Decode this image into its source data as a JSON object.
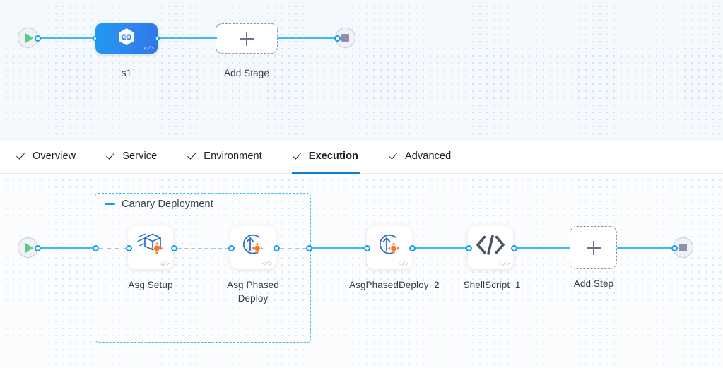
{
  "pipeline_canvas": {
    "name": "stage-canvas",
    "background_color": "#f3f9fd",
    "start_node": {
      "icon": "play-icon",
      "label": ""
    },
    "end_node": {
      "icon": "stop-icon",
      "label": ""
    },
    "stages": [
      {
        "id": "stage-s1",
        "label": "s1",
        "icon": "service-hexagon-icon",
        "code_badge": "</>",
        "selected": true,
        "accent": "#2f86ef"
      }
    ],
    "add_stage": {
      "label": "Add Stage",
      "icon": "plus-icon"
    }
  },
  "tabs": {
    "name": "stage-tabs",
    "active_index": 3,
    "active_underline_color": "#0b7fd4",
    "items": [
      {
        "label": "Overview",
        "icon": "check-icon",
        "active": false
      },
      {
        "label": "Service",
        "icon": "check-icon",
        "active": false
      },
      {
        "label": "Environment",
        "icon": "check-icon",
        "active": false
      },
      {
        "label": "Execution",
        "icon": "check-icon",
        "active": true
      },
      {
        "label": "Advanced",
        "icon": "check-icon",
        "active": false
      }
    ]
  },
  "execution_canvas": {
    "name": "execution-canvas",
    "background_color": "#fcfdfe",
    "start_node": {
      "icon": "play-icon"
    },
    "end_node": {
      "icon": "stop-icon"
    },
    "step_group": {
      "title": "Canary Deployment",
      "collapse_icon": "minus-icon",
      "border_color": "#3fbaf3",
      "expanded": true
    },
    "steps": [
      {
        "label": "Asg Setup",
        "icon": "asg-setup-box-icon",
        "code_badge": "</>",
        "in_group": true
      },
      {
        "label": "Asg Phased Deploy",
        "icon": "asg-phased-deploy-icon",
        "code_badge": "</>",
        "in_group": true
      },
      {
        "label": "AsgPhasedDeploy_2",
        "icon": "asg-phased-deploy-icon",
        "code_badge": "</>",
        "in_group": false
      },
      {
        "label": "ShellScript_1",
        "icon": "shell-script-code-icon",
        "code_badge": "</>",
        "in_group": false
      }
    ],
    "add_step": {
      "label": "Add Step",
      "icon": "plus-icon"
    }
  }
}
